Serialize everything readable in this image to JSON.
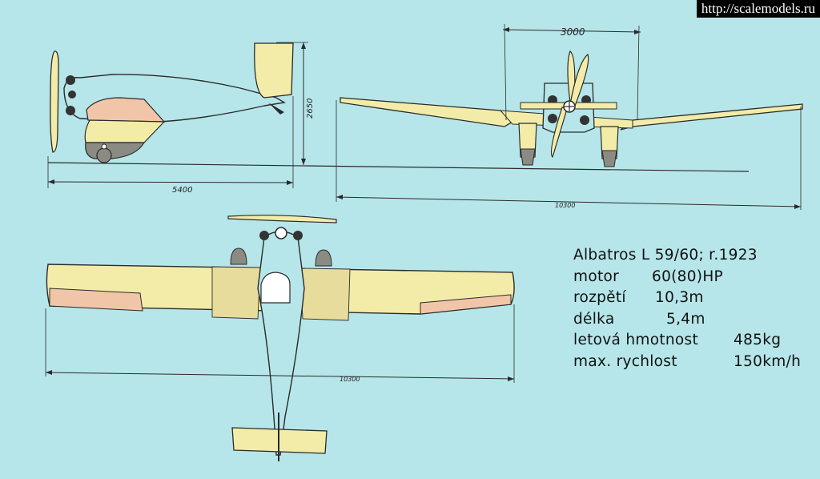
{
  "watermark": "http://scalemodels.ru",
  "dimensions": {
    "length_side": "5400",
    "height_side": "2650",
    "track_front": "3000",
    "span_front": "10300",
    "span_top": "10300"
  },
  "specs": {
    "title": "Albatros L 59/60; r.1923",
    "rows": [
      {
        "label": "motor",
        "value": "60(80)HP"
      },
      {
        "label": "rozpětí",
        "value": "10,3m"
      },
      {
        "label": "délka",
        "value": "5,4m"
      },
      {
        "label": "letová hmotnost",
        "value": "485kg"
      },
      {
        "label": "max. rychlost",
        "value": "150km/h"
      }
    ]
  },
  "colors": {
    "background": "#b6e6ea",
    "paint_yellow": "#f3eca8",
    "paint_salmon": "#f1c6a8",
    "paint_tan": "#e7dc9c",
    "metal_grey": "#8b8b84",
    "ink": "#2a2a2a"
  }
}
